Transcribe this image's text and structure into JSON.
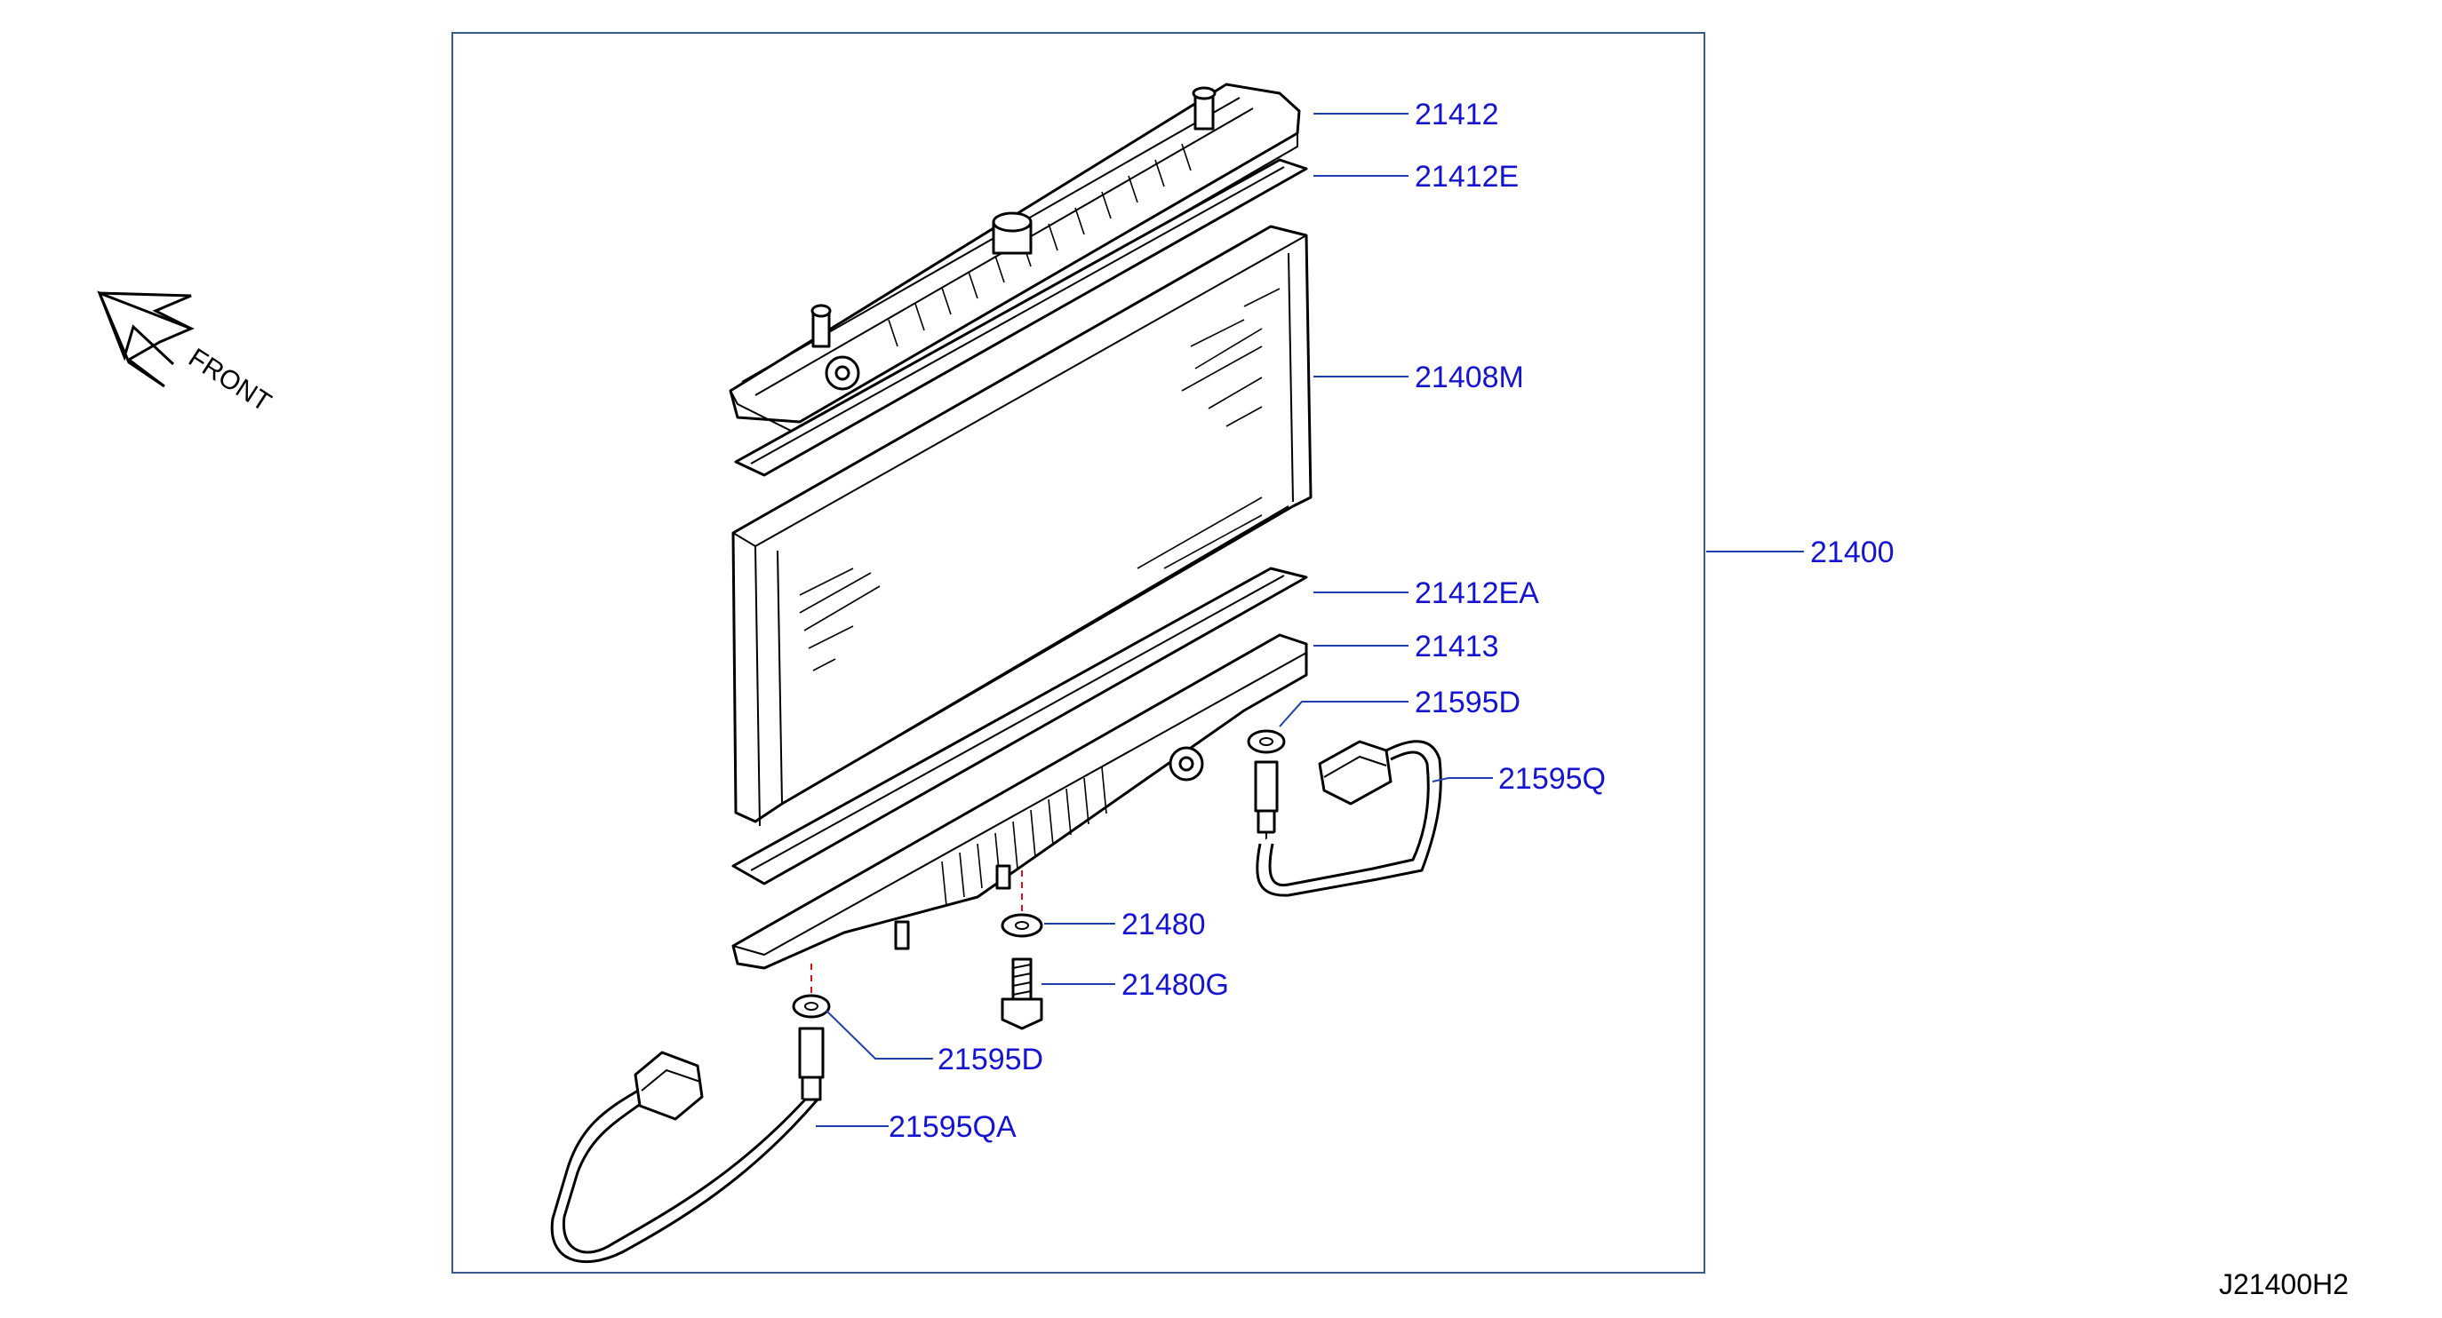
{
  "front_indicator": {
    "label": "FRONT",
    "icon": "front-arrow-icon"
  },
  "assembly_label": "21400",
  "diagram_code": "J21400H2",
  "callouts": {
    "tank_upper": "21412",
    "gasket_upper": "21412E",
    "core": "21408M",
    "gasket_lower": "21412EA",
    "tank_lower": "21413",
    "washer_right": "21595D",
    "sensor_right": "21595Q",
    "drain_washer": "21480",
    "drain_plug": "21480G",
    "washer_left": "21595D",
    "sensor_left": "21595QA"
  },
  "colors": {
    "label": "#1414d2",
    "leader": "#1e3fae",
    "frame": "#3a5a8a",
    "dash": "#e0101a"
  }
}
